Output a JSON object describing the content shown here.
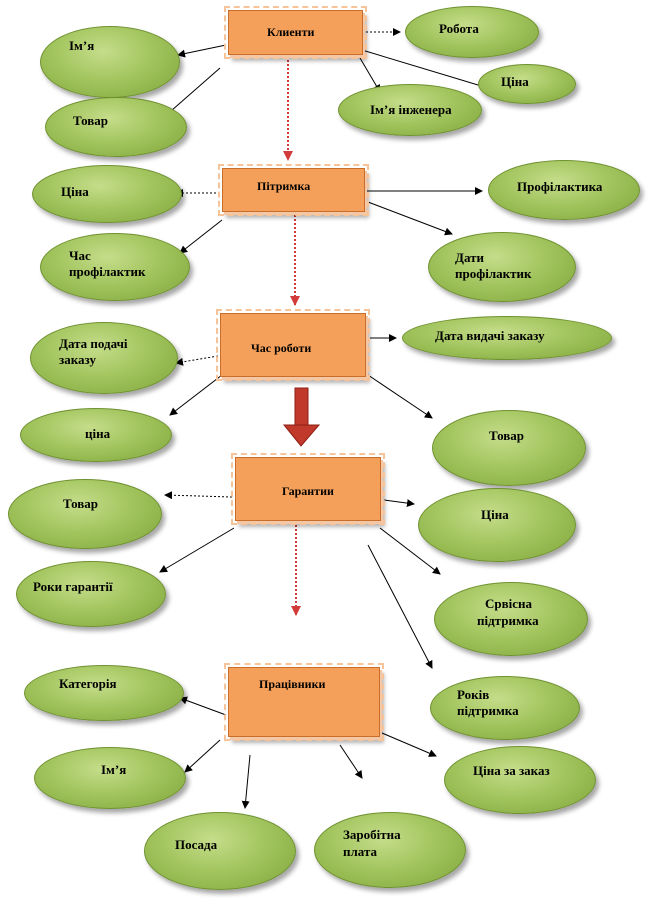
{
  "colors": {
    "ellipse_fill": "#a3c55f",
    "box_fill": "#f5a05a",
    "connector_red": "#d33a3a",
    "connector_black": "#000000"
  },
  "entities": {
    "klienty": "Клиенти",
    "pidtrymka": "Пітримка",
    "chas_roboty": "Час роботи",
    "garantii": "Гарантии",
    "pratsivnyky": "Працівники"
  },
  "attributes": {
    "robota": "Робота",
    "imya1": "Ім’я",
    "tsina1": "Ціна",
    "imya_inzhenera": "Ім’я інженера",
    "tovar1": "Товар",
    "tsina2": "Ціна",
    "profilaktyka": "Профілактика",
    "chas_profilaktyk": [
      "Час",
      "профілактик"
    ],
    "daty_profilaktyk": [
      "Дати",
      "профілактик"
    ],
    "data_podachi": [
      "Дата подачі ",
      "заказу"
    ],
    "data_vydachi": "Дата видачі заказу",
    "tsina3": "ціна",
    "tovar2": "Товар",
    "tovar3": "Товар",
    "tsina4": "Ціна",
    "roky_garantii": "Роки гарантії",
    "servisna": [
      "Срвісна",
      "підтримка"
    ],
    "kategoriia": "Категорія",
    "rokiv_pidtrymka": [
      "Років",
      "підтримка"
    ],
    "imya2": "Ім’я",
    "tsina_za_zakaz": "Ціна за заказ",
    "posada": "Посада",
    "zarobitna": [
      "Заробітна",
      "плата"
    ]
  }
}
